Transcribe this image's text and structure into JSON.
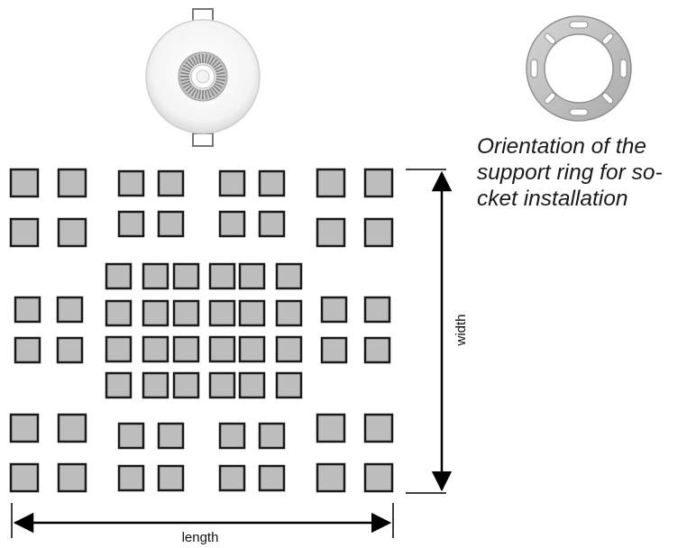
{
  "caption": {
    "lines": [
      "Orientation of the",
      "support ring for so-",
      "cket installation"
    ]
  },
  "dimensions": {
    "length_label": "length",
    "width_label": "width"
  },
  "colors": {
    "square_fill": "#bdbdbd",
    "square_stroke": "#1a1a1a",
    "line": "#000000"
  },
  "images": {
    "sensor": "ceiling-mounted-sensor-icon",
    "support_ring": "support-ring-icon"
  }
}
